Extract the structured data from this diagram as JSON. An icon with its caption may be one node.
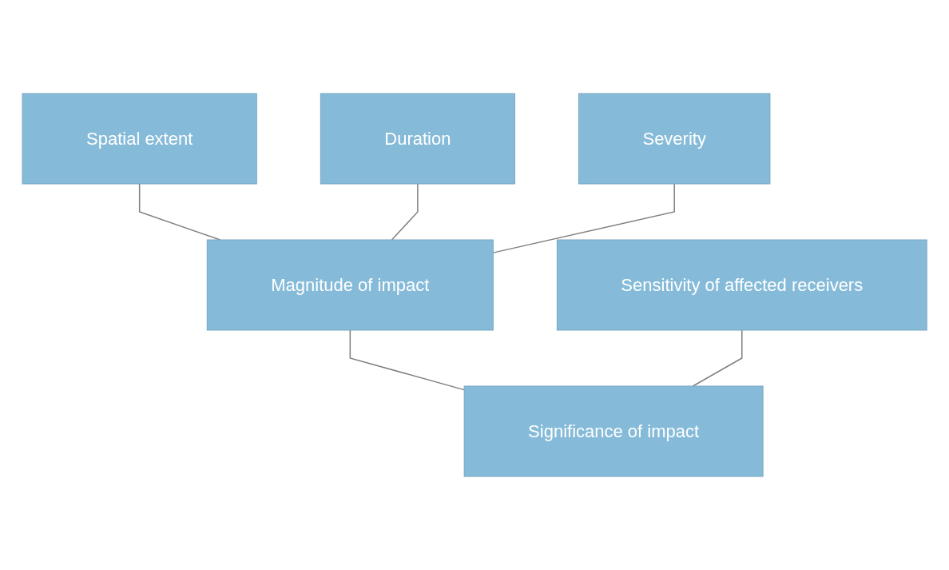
{
  "diagram": {
    "nodes": [
      {
        "text": [
          "Spatial extent"
        ]
      },
      {
        "text": [
          "Duration"
        ]
      },
      {
        "text": [
          "Severity"
        ]
      },
      {
        "text": [
          "Magnitude of impact"
        ]
      },
      {
        "text": [
          "Sensitivity of affected receivers"
        ]
      },
      {
        "text": [
          "Significance of impact"
        ]
      }
    ],
    "edges": [
      {
        "from": 0,
        "to": 3,
        "arrow": "none"
      },
      {
        "from": 1,
        "to": 3,
        "arrow": "none"
      },
      {
        "from": 2,
        "to": 3,
        "arrow": "none"
      },
      {
        "from": 3,
        "to": 5,
        "arrow": "none"
      },
      {
        "from": 4,
        "to": 5,
        "arrow": "none"
      }
    ]
  }
}
